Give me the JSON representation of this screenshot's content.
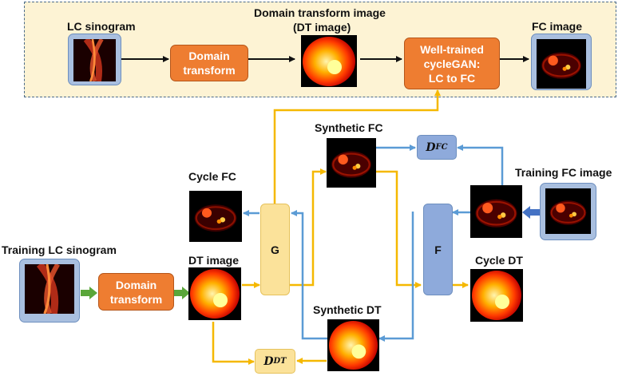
{
  "colors": {
    "panel_fill": "#fdf3d4",
    "panel_border": "#4a6a8a",
    "orange": "#ee7d31",
    "generator_yellow": "#fbe29a",
    "discriminator_blue": "#8eaadb",
    "arrow_yellow": "#f5b800",
    "arrow_blue": "#5b9bd5",
    "arrow_green": "#5aa63a"
  },
  "top": {
    "title_line1": "Domain transform image",
    "title_line2": "(DT image)",
    "lc_sinogram": "LC sinogram",
    "fc_image": "FC image",
    "domain_transform": "Domain\ntransform",
    "cyclegan": "Well-trained\ncycleGAN:\nLC to FC"
  },
  "bottom": {
    "training_lc": "Training LC sinogram",
    "domain_transform": "Domain\ntransform",
    "dt_image": "DT image",
    "cycle_fc": "Cycle FC",
    "g": "G",
    "f": "F",
    "synthetic_fc": "Synthetic FC",
    "synthetic_dt": "Synthetic DT",
    "training_fc": "Training FC image",
    "cycle_dt": "Cycle DT",
    "d_fc_main": "D",
    "d_fc_sub": "FC",
    "d_dt_main": "D",
    "d_dt_sub": "DT"
  },
  "icons": [
    "sinogram-image",
    "dt-image",
    "pet-fc-image",
    "arrow"
  ]
}
